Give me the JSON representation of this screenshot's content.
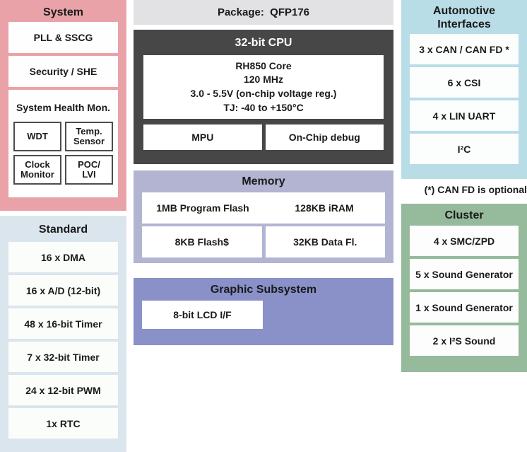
{
  "panels": {
    "system": {
      "title": "System",
      "items": [
        "PLL & SSCG",
        "Security / SHE"
      ],
      "health": {
        "title": "System Health Mon.",
        "cells": [
          "WDT",
          "Temp.\nSensor",
          "Clock\nMonitor",
          "POC/\nLVI"
        ]
      }
    },
    "standard": {
      "title": "Standard",
      "items": [
        "16 x DMA",
        "16 x A/D (12-bit)",
        "48 x 16-bit Timer",
        "7 x 32-bit Timer",
        "24 x 12-bit PWM",
        "1x RTC"
      ]
    },
    "package": {
      "label": "Package:  QFP176"
    },
    "cpu": {
      "title": "32-bit CPU",
      "core_lines": [
        "RH850 Core",
        "120 MHz",
        "3.0 - 5.5V (on-chip voltage reg.)",
        "TJ: -40 to +150°C"
      ],
      "sub_blocks": [
        "MPU",
        "On-Chip debug"
      ]
    },
    "memory": {
      "title": "Memory",
      "row1": [
        "1MB Program Flash",
        "128KB iRAM"
      ],
      "row2": [
        "8KB Flash$",
        "32KB Data Fl."
      ]
    },
    "graphics": {
      "title": "Graphic Subsystem",
      "items": [
        "8-bit LCD I/F"
      ]
    },
    "automotive": {
      "title": "Automotive\nInterfaces",
      "items": [
        "3 x CAN / CAN FD *",
        "6 x CSI",
        "4 x LIN UART",
        "I²C"
      ]
    },
    "footnote": "(*) CAN FD is optional",
    "cluster": {
      "title": "Cluster",
      "items": [
        "4 x SMC/ZPD",
        "5 x Sound Generator",
        "1 x Sound Generator",
        "2 x I²S Sound"
      ]
    }
  },
  "colors": {
    "system_bg": "#e9a3a8",
    "standard_bg": "#dbe5ee",
    "package_bg": "#e2e2e4",
    "cpu_bg": "#474747",
    "memory_bg": "#b3b4d2",
    "graphics_bg": "#8991c8",
    "automotive_bg": "#b9dde6",
    "cluster_bg": "#96ba9c",
    "box_bg": "#fdfefd",
    "text": "#1a1a1a",
    "cpu_title_text": "#ffffff"
  }
}
